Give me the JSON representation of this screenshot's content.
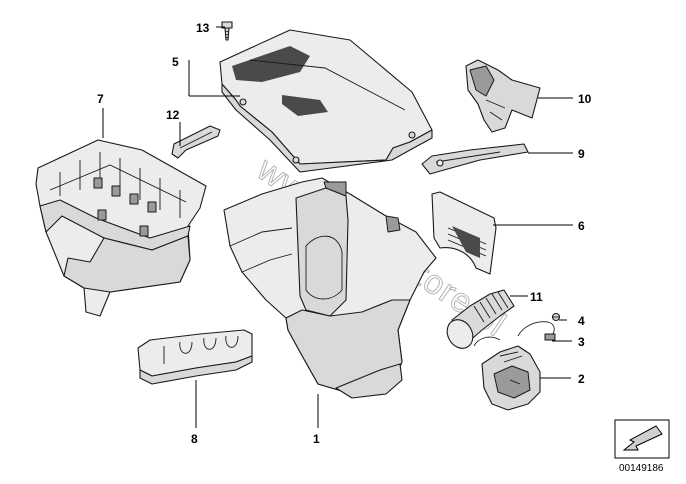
{
  "diagram": {
    "callouts": [
      {
        "id": "1",
        "label": "1"
      },
      {
        "id": "2",
        "label": "2"
      },
      {
        "id": "3",
        "label": "3"
      },
      {
        "id": "4",
        "label": "4"
      },
      {
        "id": "5",
        "label": "5"
      },
      {
        "id": "6",
        "label": "6"
      },
      {
        "id": "7",
        "label": "7"
      },
      {
        "id": "8",
        "label": "8"
      },
      {
        "id": "9",
        "label": "9"
      },
      {
        "id": "10",
        "label": "10"
      },
      {
        "id": "11",
        "label": "11"
      },
      {
        "id": "12",
        "label": "12"
      },
      {
        "id": "13",
        "label": "13"
      }
    ],
    "watermark": "www.BMWstore.pl",
    "reference_number": "00149186"
  }
}
